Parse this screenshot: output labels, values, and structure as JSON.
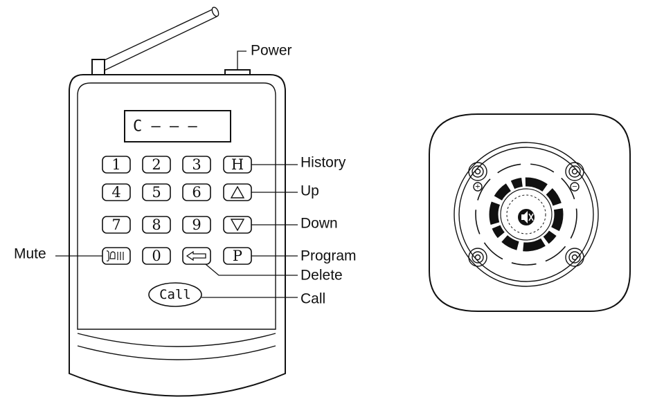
{
  "display": {
    "text": "C — — —"
  },
  "keys": {
    "k1": "1",
    "k2": "2",
    "k3": "3",
    "kH": "H",
    "k4": "4",
    "k5": "5",
    "k6": "6",
    "k7": "7",
    "k8": "8",
    "k9": "9",
    "k0": "0",
    "kP": "P",
    "call": "Call"
  },
  "labels": {
    "power": "Power",
    "history": "History",
    "up": "Up",
    "down": "Down",
    "mute": "Mute",
    "program": "Program",
    "delete": "Delete",
    "call": "Call"
  },
  "speaker": {
    "plus": "+",
    "minus": "−",
    "center_icon": "mute-speaker-icon"
  },
  "colors": {
    "line": "#111111",
    "background": "#ffffff"
  }
}
